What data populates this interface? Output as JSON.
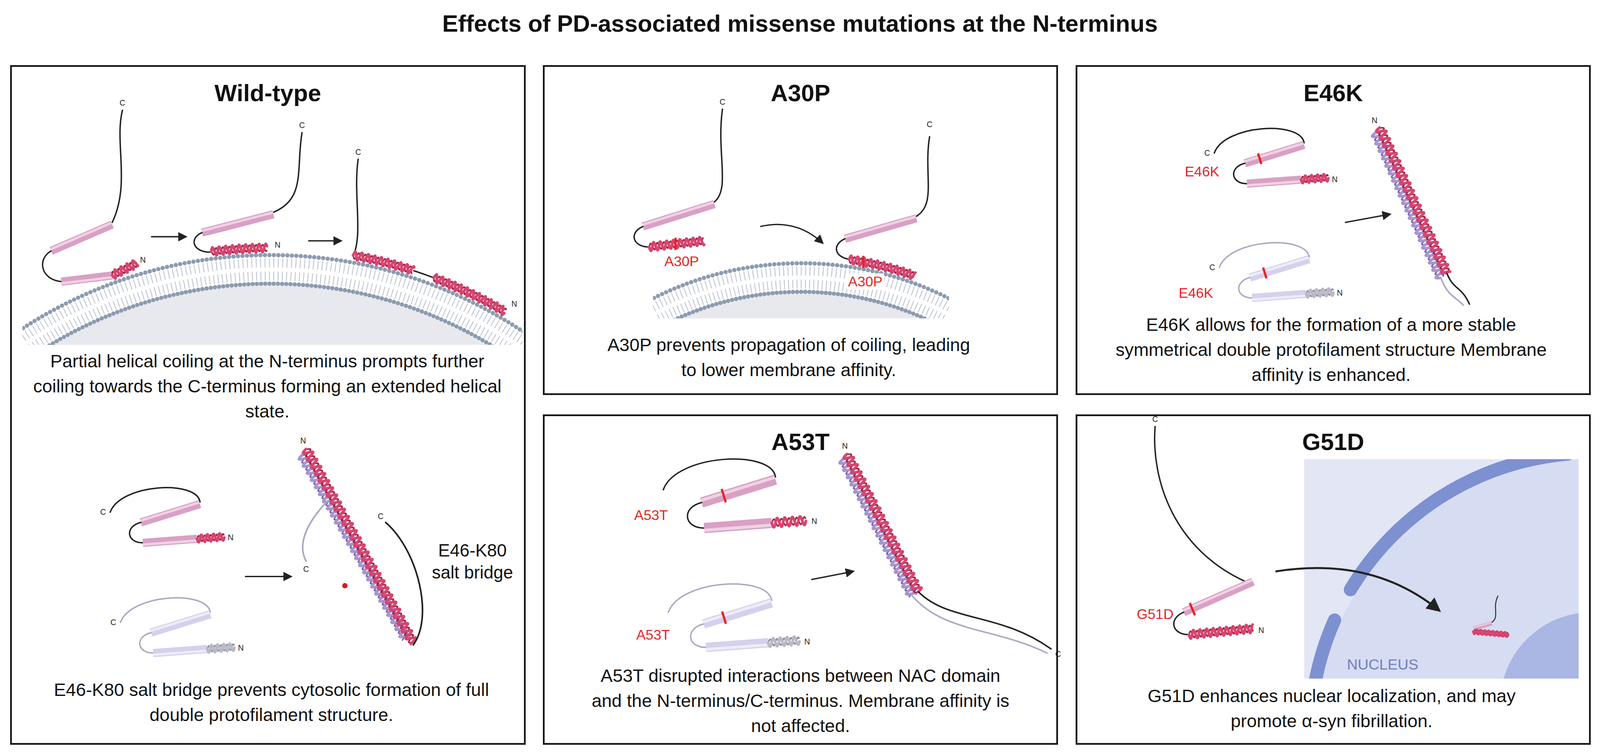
{
  "diagram": {
    "title": "Effects of PD-associated missense mutations at the N-terminus",
    "nodes": [
      {
        "text": [
          "Wild-type",
          "Partial helical coiling at the N-terminus prompts further coiling towards the C-terminus forming an extended helical state.",
          "E46-K80 salt bridge prevents cytosolic formation of full double protofilament structure."
        ]
      },
      {
        "text": [
          "A30P",
          "A30P prevents propagation of coiling, leading to lower membrane affinity."
        ]
      },
      {
        "text": [
          "E46K",
          "E46K allows for the formation of a more stable symmetrical double protofilament structure Membrane affinity is enhanced."
        ]
      },
      {
        "text": [
          "A53T",
          "A53T disrupted interactions between NAC domain and the N-terminus/C-terminus. Membrane affinity is not affected."
        ]
      },
      {
        "text": [
          "G51D",
          "G51D enhances nuclear localization, and may promote α-syn fibrillation."
        ]
      }
    ],
    "labels": [
      "C",
      "N",
      "C",
      "N",
      "C",
      "N",
      "C",
      "N",
      "C",
      "N",
      "N",
      "C",
      "C",
      "E46-K80 salt bridge",
      "C",
      "A30P",
      "C",
      "A30P",
      "C",
      "E46K",
      "N",
      "C",
      "E46K",
      "N",
      "N",
      "A53T",
      "N",
      "A53T",
      "N",
      "N",
      "C",
      "C",
      "G51D",
      "N",
      "NUCLEUS"
    ]
  }
}
